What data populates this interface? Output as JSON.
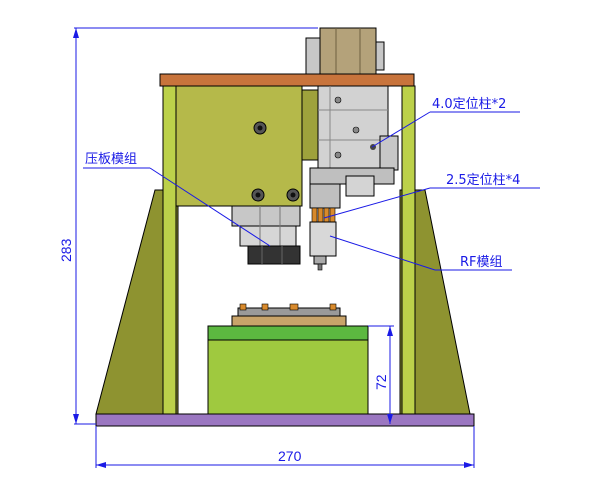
{
  "labels": {
    "pins_4_0": "4.0定位柱*2",
    "pins_2_5": "2.5定位柱*4",
    "pressure_plate": "压板模组",
    "rf_module": "RF模组"
  },
  "dimensions": {
    "height": "283",
    "width": "270",
    "box_height": "72"
  },
  "colors": {
    "frame_olive": "#b5b94a",
    "frame_dark_olive": "#8e9330",
    "top_plate": "#c8743c",
    "base_purple": "#9b77c1",
    "pillar_green": "#bcd14a",
    "box_green": "#9fc93f",
    "box_top": "#5cb840",
    "gray_part": "#c7c7c7",
    "motor_tan": "#b4a27a",
    "dimension_blue": "#1a1ae6",
    "orange_pins": "#d88a2c"
  }
}
